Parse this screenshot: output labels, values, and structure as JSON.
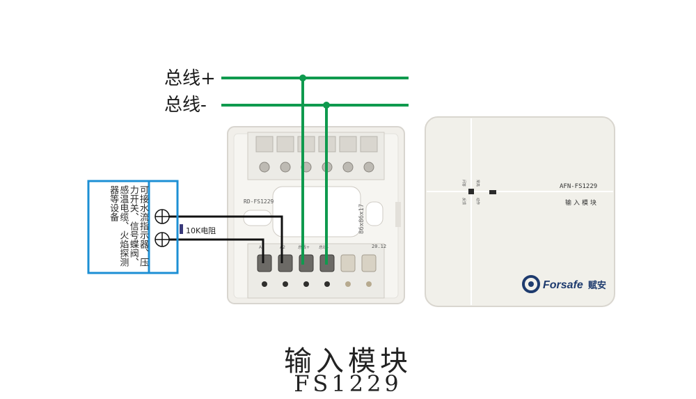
{
  "bus": {
    "plus_label": "总线+",
    "minus_label": "总线-",
    "wire_color": "#0f9a4e"
  },
  "device": {
    "text": "可接水流指示器、压力开关、信号蝶阀、感温电缆、火焰探测器等设备",
    "frame_color": "#1c8fd4"
  },
  "resistor": {
    "label": "10K电阻"
  },
  "base": {
    "model": "RD-FS1229",
    "size_mark": "86x86x17",
    "date_mark": "20.12",
    "terminals": [
      "A1",
      "A2",
      "总线+",
      "总线-"
    ]
  },
  "cover": {
    "model": "AFN-FS1229",
    "name": "输入模块",
    "indicators": [
      "问答",
      "常亮",
      "反馈",
      "动作"
    ],
    "brand": "Forsafe",
    "brand_cn": "赋安"
  },
  "caption": {
    "title": "输入模块",
    "model": "FS1229"
  }
}
